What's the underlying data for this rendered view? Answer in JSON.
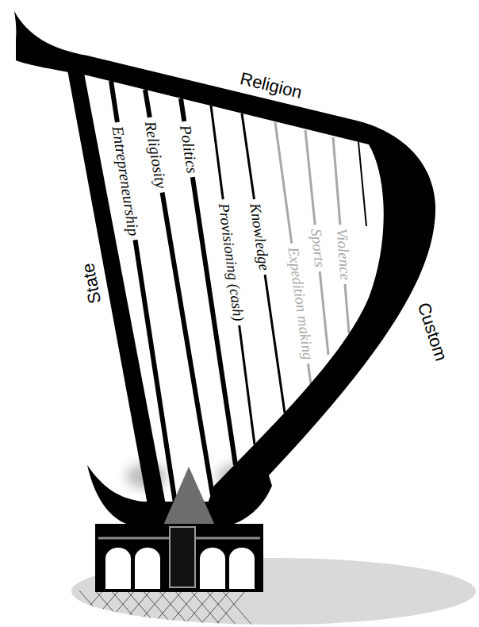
{
  "diagram": {
    "labels": [
      "Religion",
      "State",
      "Entrepreneurship",
      "Religiosity",
      "Politics",
      "Provisioning (cash)",
      "Knowledge",
      "Expedition making",
      "Sports",
      "Violence",
      "Custom"
    ]
  }
}
